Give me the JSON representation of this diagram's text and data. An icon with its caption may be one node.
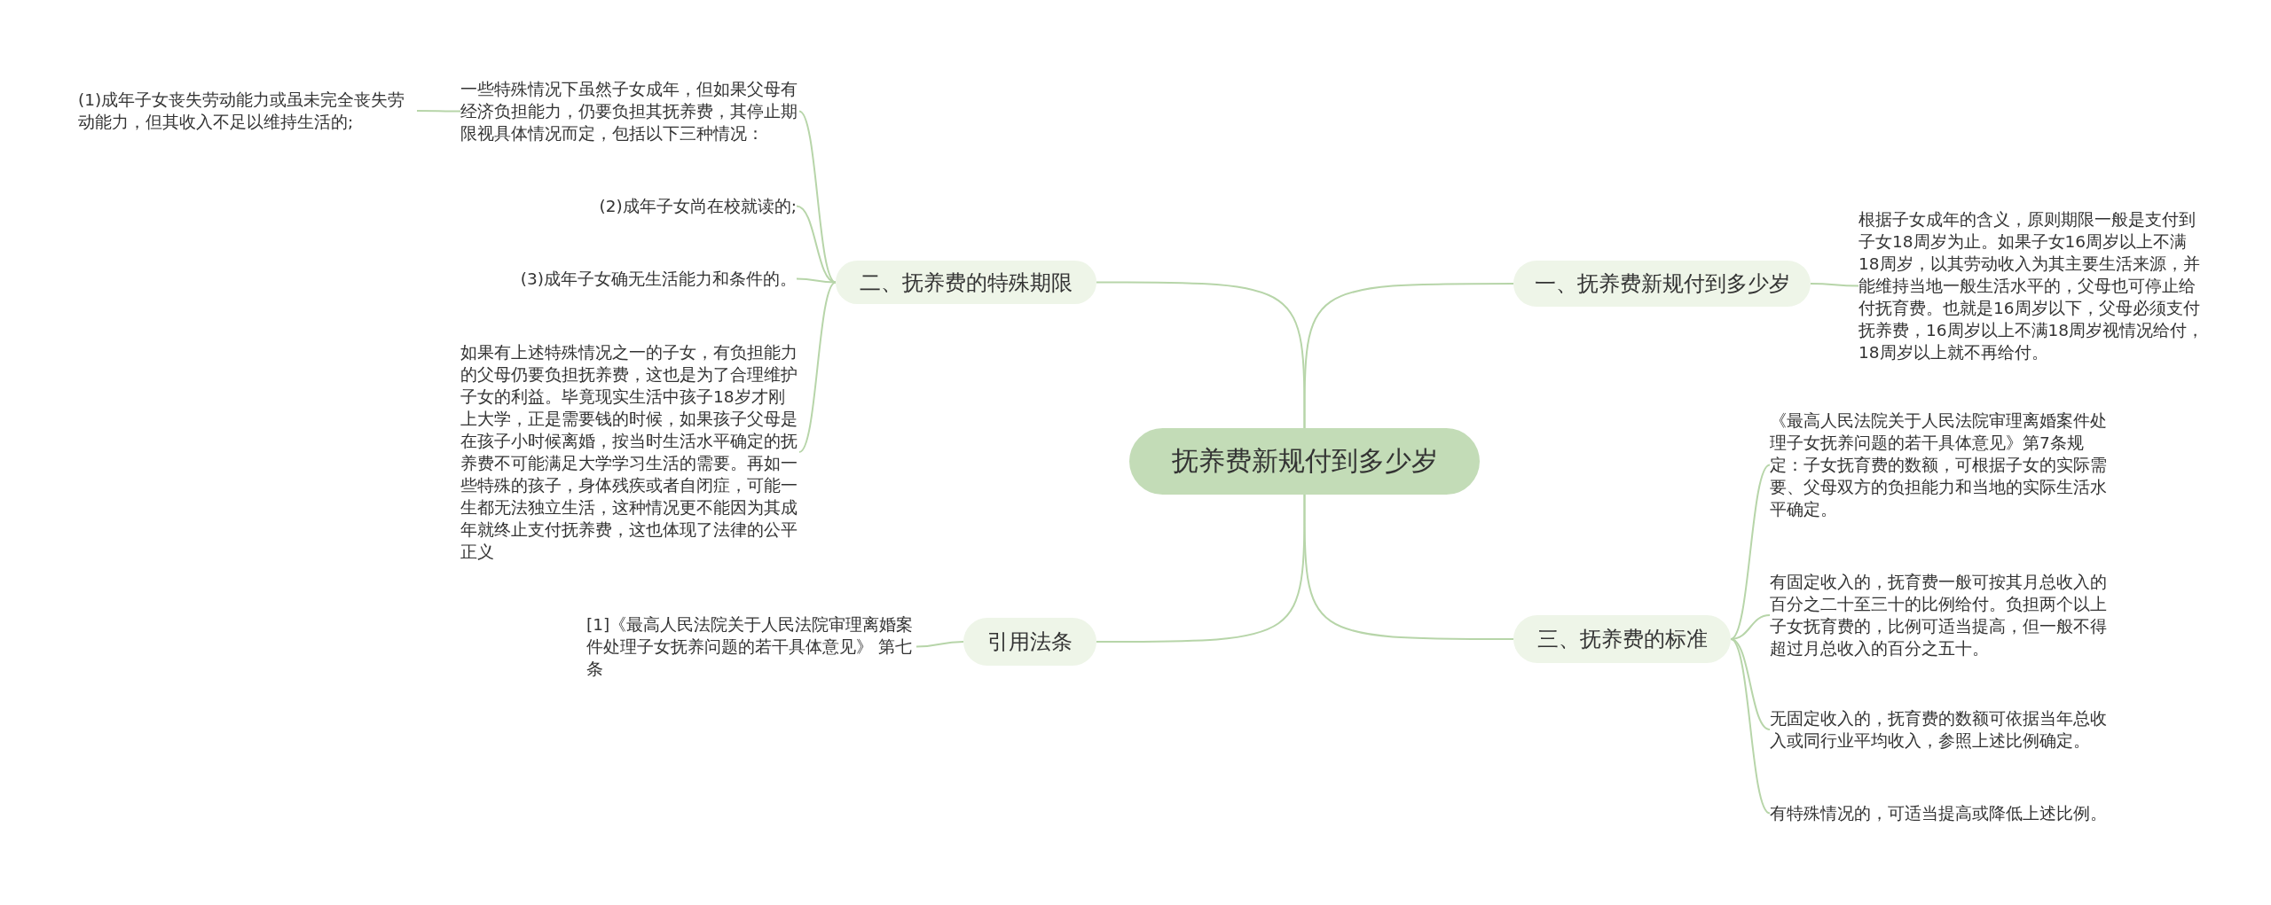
{
  "diagram": {
    "nodes": [
      {
        "text": [
          "抚养费新规付到多少岁"
        ]
      },
      {
        "text": [
          "二、抚养费的特殊期限"
        ]
      },
      {
        "text": [
          "一些特殊情况下虽然子女成年，但如果父母有经济负担能力，仍要负担其抚养费，其停止期限视具体情况而定，包括以下三种情况："
        ]
      },
      {
        "text": [
          "(1)成年子女丧失劳动能力或虽未完全丧失劳动能力，但其收入不足以维持生活的;"
        ]
      },
      {
        "text": [
          "(2)成年子女尚在校就读的;"
        ]
      },
      {
        "text": [
          "(3)成年子女确无生活能力和条件的。"
        ]
      },
      {
        "text": [
          "如果有上述特殊情况之一的子女，有负担能力的父母仍要负担抚养费，这也是为了合理维护子女的利益。毕竟现实生活中孩子18岁才刚上大学，正是需要钱的时候，如果孩子父母是在孩子小时候离婚，按当时生活水平确定的抚养费不可能满足大学学习生活的需要。再如一些特殊的孩子，身体残疾或者自闭症，可能一生都无法独立生活，这种情况更不能因为其成年就终止支付抚养费，这也体现了法律的公平正义"
        ]
      },
      {
        "text": [
          "引用法条"
        ]
      },
      {
        "text": [
          "[1]《最高人民法院关于人民法院审理离婚案件处理子女抚养问题的若干具体意见》 第七条"
        ]
      },
      {
        "text": [
          "一、抚养费新规付到多少岁"
        ]
      },
      {
        "text": [
          "根据子女成年的含义，原则期限一般是支付到子女18周岁为止。如果子女16周岁以上不满18周岁，以其劳动收入为其主要生活来源，并能维持当地一般生活水平的，父母也可停止给付抚育费。也就是16周岁以下，父母必须支付抚养费，16周岁以上不满18周岁视情况给付，18周岁以上就不再给付。"
        ]
      },
      {
        "text": [
          "三、抚养费的标准"
        ]
      },
      {
        "text": [
          "《最高人民法院关于人民法院审理离婚案件处理子女抚养问题的若干具体意见》第7条规定：子女抚育费的数额，可根据子女的实际需要、父母双方的负担能力和当地的实际生活水平确定。"
        ]
      },
      {
        "text": [
          "有固定收入的，抚育费一般可按其月总收入的百分之二十至三十的比例给付。负担两个以上子女抚育费的，比例可适当提高，但一般不得超过月总收入的百分之五十。"
        ]
      },
      {
        "text": [
          "无固定收入的，抚育费的数额可依据当年总收入或同行业平均收入，参照上述比例确定。"
        ]
      },
      {
        "text": [
          "有特殊情况的，可适当提高或降低上述比例。"
        ]
      }
    ],
    "edges": [
      {
        "from": 0,
        "to": 1,
        "arrow": "none"
      },
      {
        "from": 1,
        "to": 2,
        "arrow": "none"
      },
      {
        "from": 2,
        "to": 3,
        "arrow": "none"
      },
      {
        "from": 1,
        "to": 4,
        "arrow": "none"
      },
      {
        "from": 1,
        "to": 5,
        "arrow": "none"
      },
      {
        "from": 1,
        "to": 6,
        "arrow": "none"
      },
      {
        "from": 0,
        "to": 7,
        "arrow": "none"
      },
      {
        "from": 7,
        "to": 8,
        "arrow": "none"
      },
      {
        "from": 0,
        "to": 9,
        "arrow": "none"
      },
      {
        "from": 9,
        "to": 10,
        "arrow": "none"
      },
      {
        "from": 0,
        "to": 11,
        "arrow": "none"
      },
      {
        "from": 11,
        "to": 12,
        "arrow": "none"
      },
      {
        "from": 11,
        "to": 13,
        "arrow": "none"
      },
      {
        "from": 11,
        "to": 14,
        "arrow": "none"
      },
      {
        "from": 11,
        "to": 15,
        "arrow": "none"
      }
    ]
  }
}
